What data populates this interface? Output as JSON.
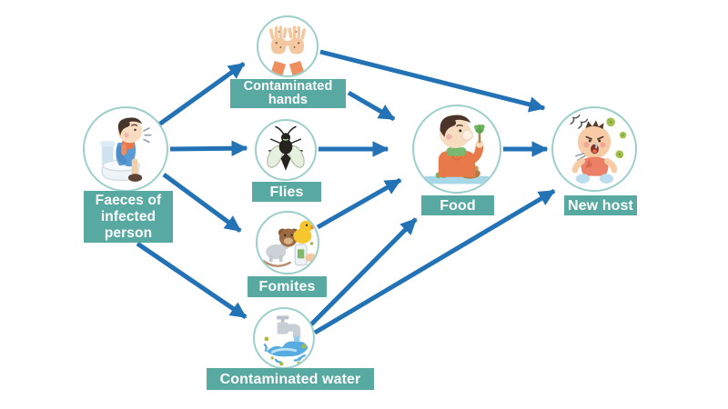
{
  "diagram": {
    "nodes": {
      "faeces": {
        "label": "Faeces of\ninfected\nperson",
        "icon": "person-on-toilet-icon"
      },
      "hands": {
        "label": "Contaminated\nhands",
        "icon": "contaminated-hands-icon"
      },
      "flies": {
        "label": "Flies",
        "icon": "fly-icon"
      },
      "fomites": {
        "label": "Fomites",
        "icon": "toys-icon"
      },
      "water": {
        "label": "Contaminated water",
        "icon": "water-tap-icon"
      },
      "food": {
        "label": "Food",
        "icon": "boy-eating-icon"
      },
      "newhost": {
        "label": "New host",
        "icon": "sick-baby-icon"
      }
    },
    "edges": [
      {
        "from": "faeces",
        "to": "hands"
      },
      {
        "from": "faeces",
        "to": "flies"
      },
      {
        "from": "faeces",
        "to": "fomites"
      },
      {
        "from": "faeces",
        "to": "water"
      },
      {
        "from": "hands",
        "to": "food"
      },
      {
        "from": "hands",
        "to": "newhost"
      },
      {
        "from": "flies",
        "to": "food"
      },
      {
        "from": "fomites",
        "to": "food"
      },
      {
        "from": "water",
        "to": "food"
      },
      {
        "from": "water",
        "to": "newhost"
      },
      {
        "from": "food",
        "to": "newhost"
      }
    ],
    "colors": {
      "background": "#ffffff",
      "label_bg": "#57a9a1",
      "label_text": "#ffffff",
      "arrow": "#2272b5",
      "circle_rim": "#9ccfc9",
      "circle_bg": "#ffffff"
    }
  }
}
